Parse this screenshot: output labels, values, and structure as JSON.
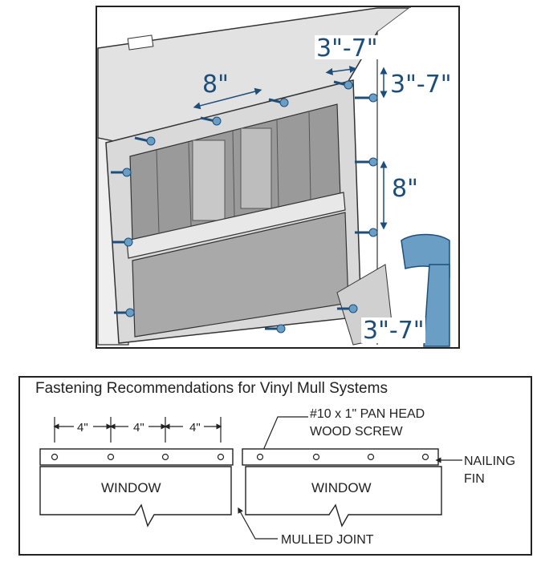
{
  "top_illustration": {
    "dim_top_corner": "3\"-7\"",
    "dim_right_top": "3\"-7\"",
    "dim_top_span": "8\"",
    "dim_right_span": "8\"",
    "dim_bottom_right": "3\"-7\""
  },
  "bottom_diagram": {
    "title": "Fastening Recommendations for Vinyl Mull Systems",
    "spacing_1": "4\"",
    "spacing_2": "4\"",
    "spacing_3": "4\"",
    "screw_label_line1": "#10 x 1\" PAN HEAD",
    "screw_label_line2": "WOOD SCREW",
    "nailing_fin_line1": "NAILING",
    "nailing_fin_line2": "FIN",
    "window_left": "WINDOW",
    "window_right": "WINDOW",
    "mulled_joint": "MULLED JOINT"
  },
  "colors": {
    "accent": "#1d4e7a",
    "wall": "#e8e8e8",
    "hammer": "#6a9ec5"
  }
}
